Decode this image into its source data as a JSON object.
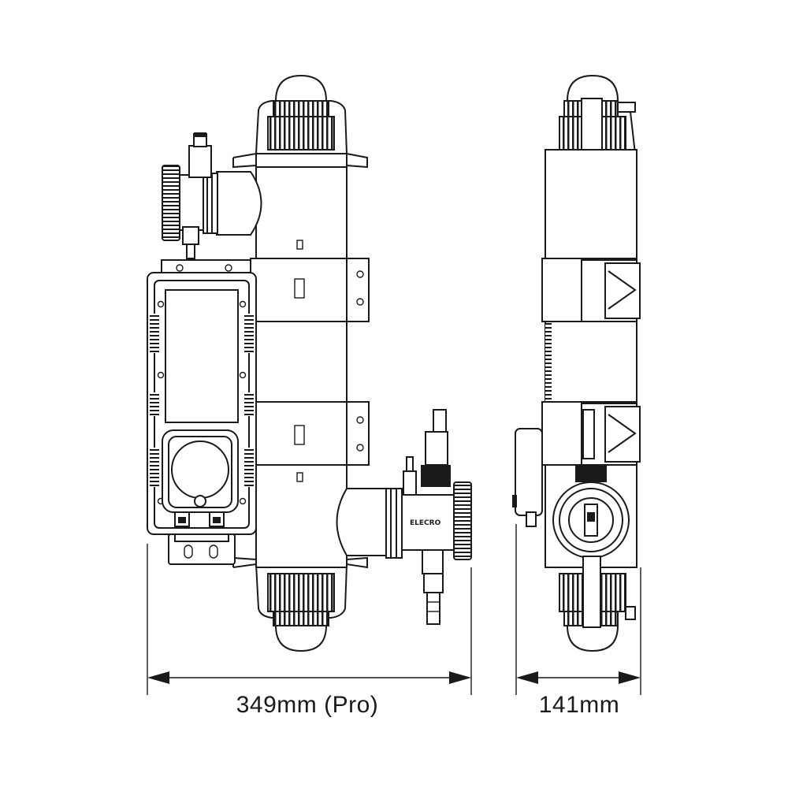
{
  "dimensions": {
    "front_width_label": "349mm (Pro)",
    "side_width_label": "141mm"
  },
  "brand_mark": "ELECRO"
}
